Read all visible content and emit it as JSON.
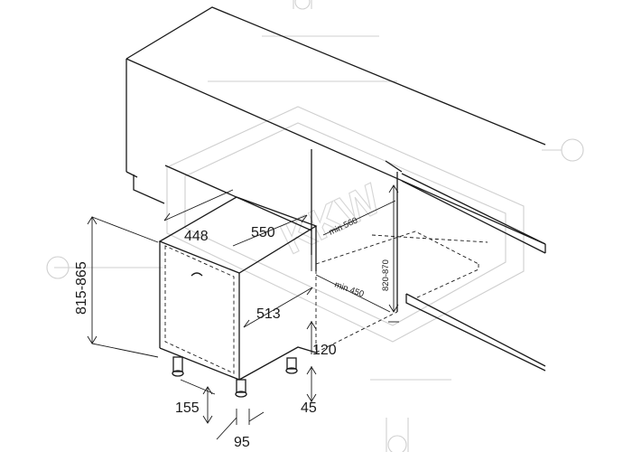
{
  "dimensions": {
    "width_448": "448",
    "depth_550": "550",
    "depth_513": "513",
    "height_range": "815-865",
    "niche_height": "820-870",
    "niche_depth_min": "min 560",
    "niche_width_min": "min 450",
    "plinth_height": "120",
    "foot_45": "45",
    "foot_155": "155",
    "foot_95": "95"
  },
  "watermark": {
    "text": "KKW"
  },
  "colors": {
    "ink": "#1a1a1a",
    "watermark": "#cfcfcf",
    "background": "#ffffff"
  }
}
